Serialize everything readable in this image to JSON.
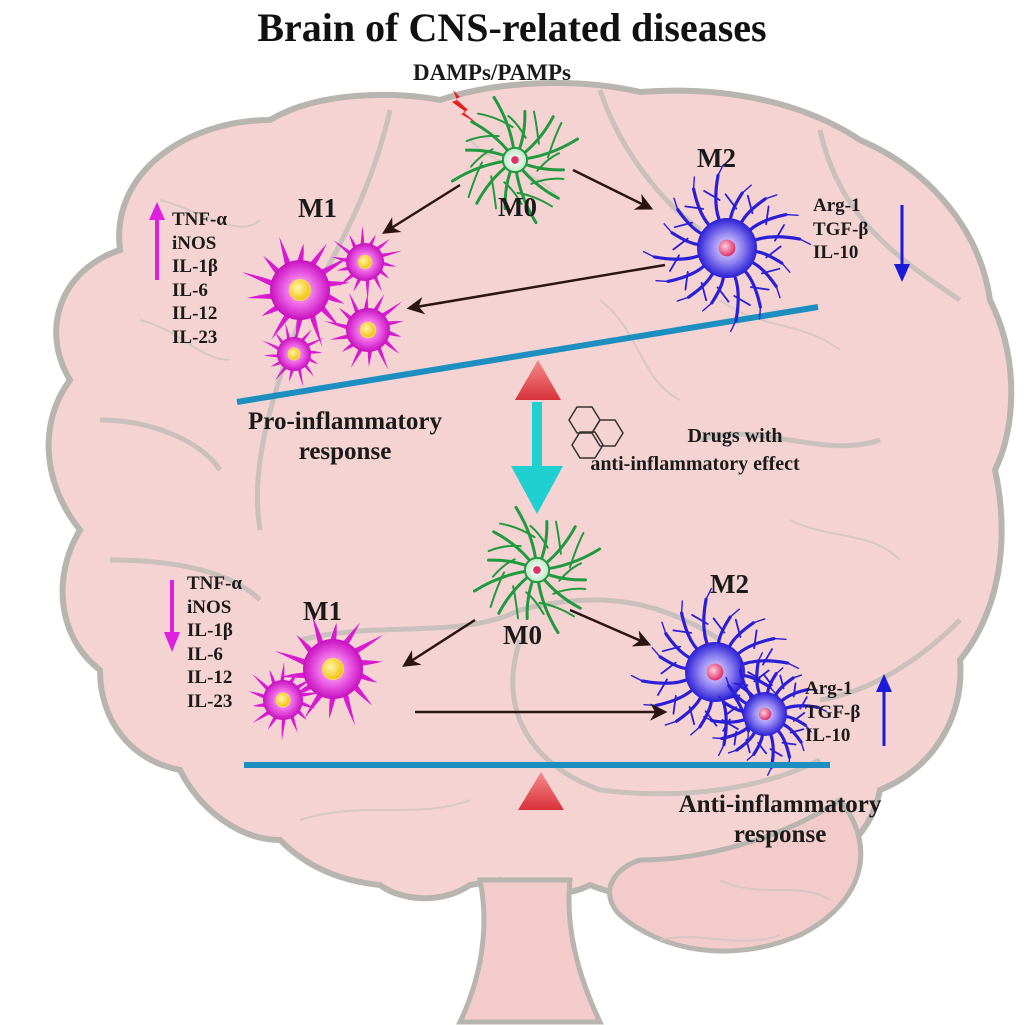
{
  "title": "Brain of CNS-related diseases",
  "trigger": "DAMPs/PAMPs",
  "colors": {
    "brain_fill": "#f6d3d3",
    "brain_outline": "#b8b4b0",
    "m0_cell": "#1f9a3e",
    "m1_cell": "#d81bd0",
    "m1_nucleus": "#f5d21c",
    "m2_cell": "#2a1fd6",
    "m2_nucleus": "#e8407a",
    "balance_beam": "#1c8fc0",
    "fulcrum": "#e0444c",
    "transition_arrow": "#20d0d0",
    "trigger_bolt": "#e81c1c",
    "m1_trend_arrow": "#e020e0",
    "m2_trend_arrow": "#1a1ad8"
  },
  "top": {
    "m0_label": "M0",
    "m1_label": "M1",
    "m2_label": "M2",
    "m1_cytokines": [
      "TNF-α",
      "iNOS",
      "IL-1β",
      "IL-6",
      "IL-12",
      "IL-23"
    ],
    "m1_trend": "up",
    "m2_markers": [
      "Arg-1",
      "TGF-β",
      "IL-10"
    ],
    "m2_trend": "down",
    "response": [
      "Pro-inflammatory",
      "response"
    ]
  },
  "drug": {
    "label": [
      "Drugs with",
      "anti-inflammatory effect"
    ]
  },
  "bottom": {
    "m0_label": "M0",
    "m1_label": "M1",
    "m2_label": "M2",
    "m1_cytokines": [
      "TNF-α",
      "iNOS",
      "IL-1β",
      "IL-6",
      "IL-12",
      "IL-23"
    ],
    "m1_trend": "down",
    "m2_markers": [
      "Arg-1",
      "TGF-β",
      "IL-10"
    ],
    "m2_trend": "up",
    "response": [
      "Anti-inflammatory",
      "response"
    ]
  }
}
